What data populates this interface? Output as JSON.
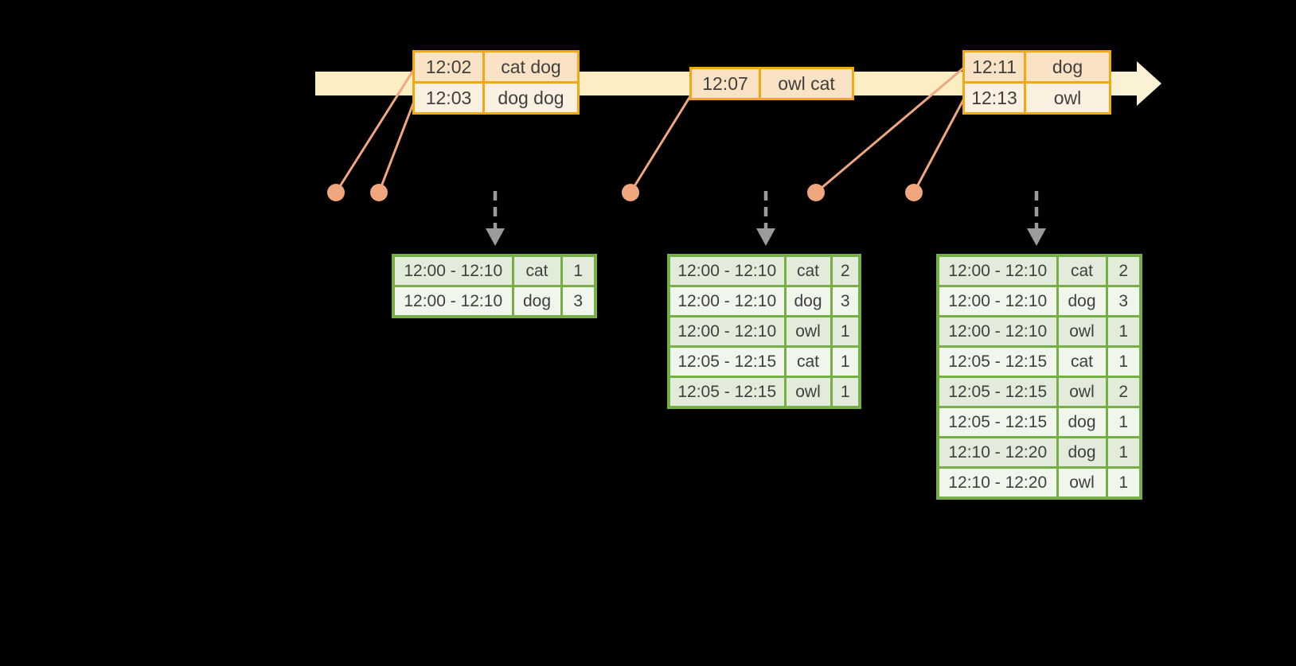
{
  "timeline": {
    "event_tables": [
      {
        "rows": [
          {
            "time": "12:02",
            "words": "cat dog"
          },
          {
            "time": "12:03",
            "words": "dog dog"
          }
        ]
      },
      {
        "rows": [
          {
            "time": "12:07",
            "words": "owl cat"
          }
        ]
      },
      {
        "rows": [
          {
            "time": "12:11",
            "words": "dog"
          },
          {
            "time": "12:13",
            "words": "owl"
          }
        ]
      }
    ]
  },
  "result_tables": [
    {
      "rows": [
        [
          "12:00 - 12:10",
          "cat",
          "1"
        ],
        [
          "12:00 - 12:10",
          "dog",
          "3"
        ]
      ]
    },
    {
      "rows": [
        [
          "12:00 - 12:10",
          "cat",
          "2"
        ],
        [
          "12:00 - 12:10",
          "dog",
          "3"
        ],
        [
          "12:00 - 12:10",
          "owl",
          "1"
        ],
        [
          "12:05 - 12:15",
          "cat",
          "1"
        ],
        [
          "12:05 - 12:15",
          "owl",
          "1"
        ]
      ]
    },
    {
      "rows": [
        [
          "12:00 - 12:10",
          "cat",
          "2"
        ],
        [
          "12:00 - 12:10",
          "dog",
          "3"
        ],
        [
          "12:00 - 12:10",
          "owl",
          "1"
        ],
        [
          "12:05 - 12:15",
          "cat",
          "1"
        ],
        [
          "12:05 - 12:15",
          "owl",
          "2"
        ],
        [
          "12:05 - 12:15",
          "dog",
          "1"
        ],
        [
          "12:10 - 12:20",
          "dog",
          "1"
        ],
        [
          "12:10 - 12:20",
          "owl",
          "1"
        ]
      ]
    }
  ],
  "colors": {
    "background": "#000000",
    "timeline_band": "#FBEEC3",
    "timeline_arrow": "#FBF2D6",
    "event_table_border": "#F3A712",
    "event_row_dark": "#FAE2C4",
    "event_row_light": "#FCF1E1",
    "connector": "#F0A77D",
    "result_table_border": "#76AF46",
    "result_row_dark": "#E3ECDA",
    "result_row_light": "#F1F6EC",
    "trigger_arrow": "#9B9B9B",
    "cell_text": "#3F3F3F"
  }
}
